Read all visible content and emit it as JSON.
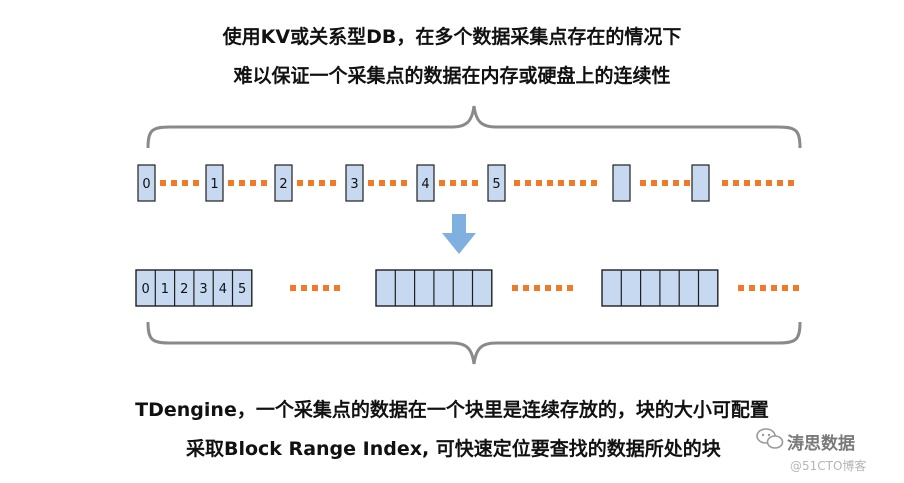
{
  "top_text": {
    "line1": "使用KV或关系型DB，在多个数据采集点存在的情况下",
    "line2": "难以保证一个采集点的数据在内存或硬盘上的连续性"
  },
  "top_row": {
    "cell_labels": [
      "0",
      "1",
      "2",
      "3",
      "4",
      "5",
      "",
      ""
    ]
  },
  "bottom_row": {
    "first_block_labels": [
      "0",
      "1",
      "2",
      "3",
      "4",
      "5"
    ]
  },
  "bottom_text": {
    "line1": "TDengine，一个采集点的数据在一个块里是连续存放的，块的大小可配置",
    "line2": "采取Block Range Index, 可快速定位要查找的数据所处的块"
  },
  "watermark": {
    "brand": "涛思数据",
    "source": "@51CTO博客"
  },
  "colors": {
    "cell_fill": "#c6d9f1",
    "cell_stroke": "#1f1f1f",
    "dots": "#f07a28",
    "arrow": "#7fb0df",
    "brace": "#8a8a8a"
  }
}
